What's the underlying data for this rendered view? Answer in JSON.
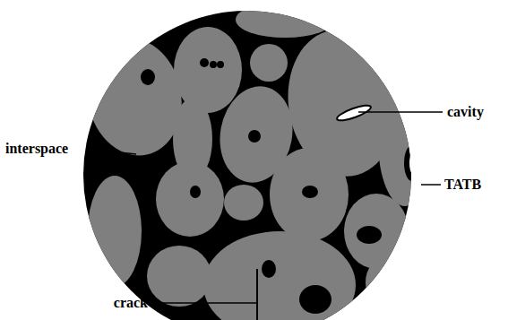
{
  "diagram": {
    "labels": [
      "cavity",
      "interspace",
      "TATB",
      "crack"
    ]
  }
}
